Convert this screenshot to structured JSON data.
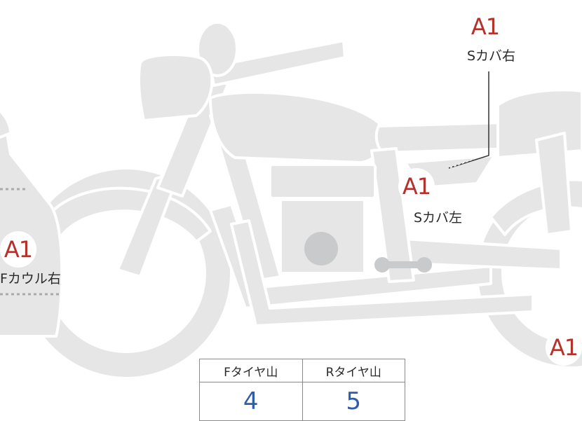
{
  "colors": {
    "body_fill": "#e5e6e5",
    "body_stroke": "#ffffff",
    "badge_red": "#b5312c",
    "value_blue": "#2f5da8",
    "engine_dark": "#c9cacb",
    "dotted_line": "#a9aaab"
  },
  "callouts": [
    {
      "code": "A1",
      "label": "Sカバ右"
    },
    {
      "code": "A1",
      "label": "Sカバ左"
    },
    {
      "code": "A1",
      "label": "Fカウル右"
    },
    {
      "code": "A1",
      "label": ""
    }
  ],
  "tire_table": {
    "headers": [
      "Fタイヤ山",
      "Rタイヤ山"
    ],
    "values": [
      "4",
      "5"
    ]
  }
}
